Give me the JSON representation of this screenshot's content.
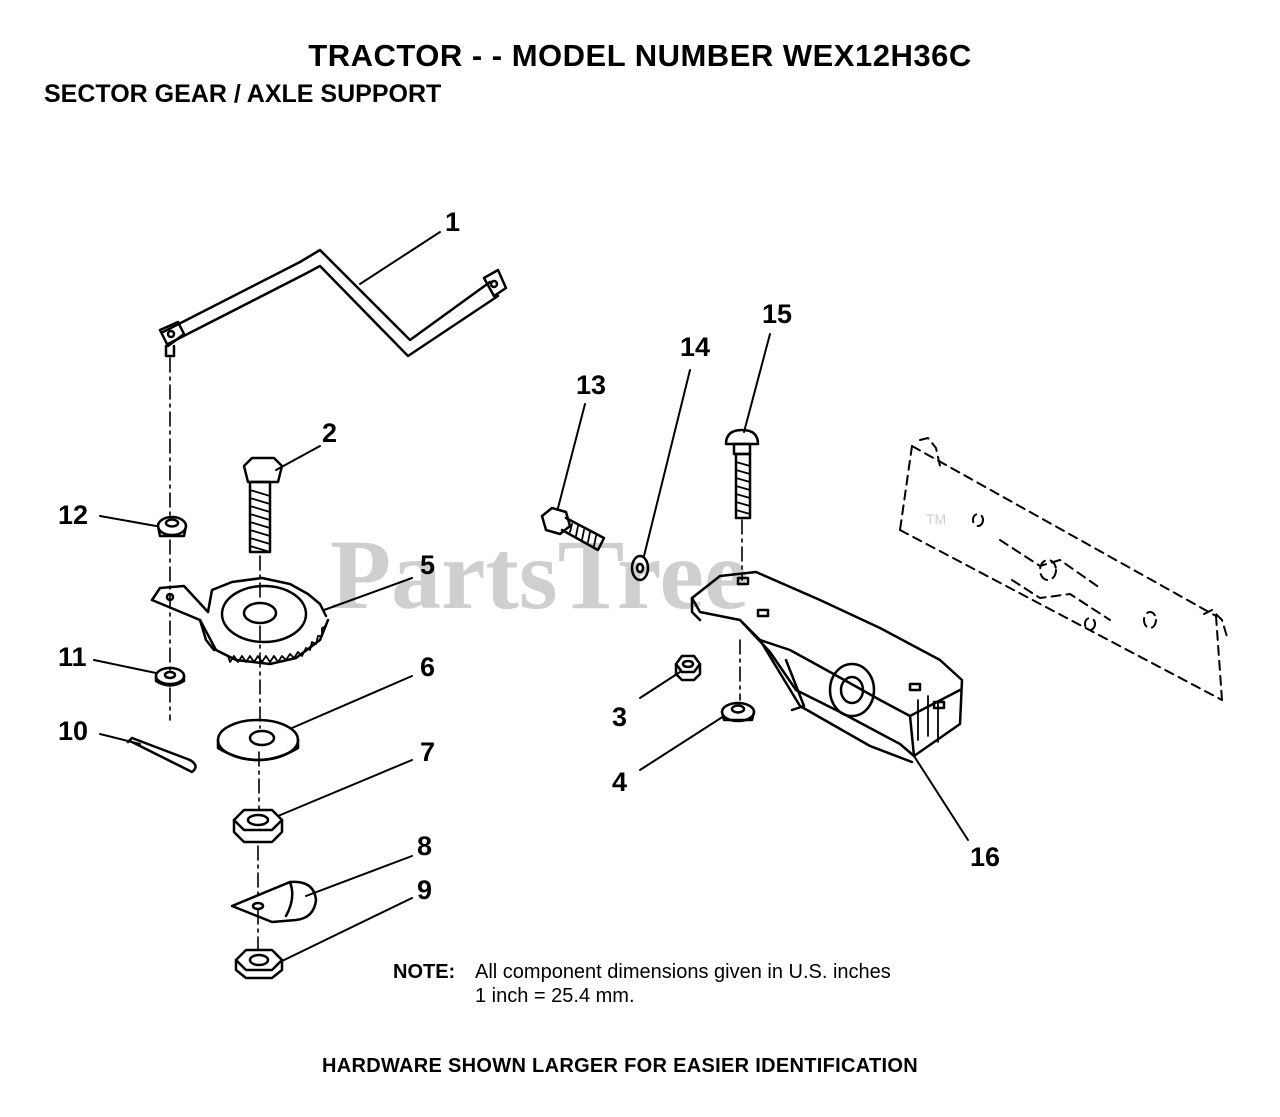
{
  "header": {
    "title": "TRACTOR - - MODEL NUMBER WEX12H36C",
    "subtitle": "SECTOR GEAR / AXLE SUPPORT"
  },
  "watermark": {
    "text": "PartsTree",
    "tm": "TM"
  },
  "callouts": {
    "c1": "1",
    "c2": "2",
    "c3": "3",
    "c4": "4",
    "c5": "5",
    "c6": "6",
    "c7": "7",
    "c8": "8",
    "c9": "9",
    "c10": "10",
    "c11": "11",
    "c12": "12",
    "c13": "13",
    "c14": "14",
    "c15": "15",
    "c16": "16"
  },
  "note": {
    "label": "NOTE:",
    "line1": "All component dimensions given in U.S. inches",
    "line2": "1 inch = 25.4 mm."
  },
  "footer": {
    "text": "HARDWARE SHOWN LARGER FOR EASIER IDENTIFICATION"
  }
}
